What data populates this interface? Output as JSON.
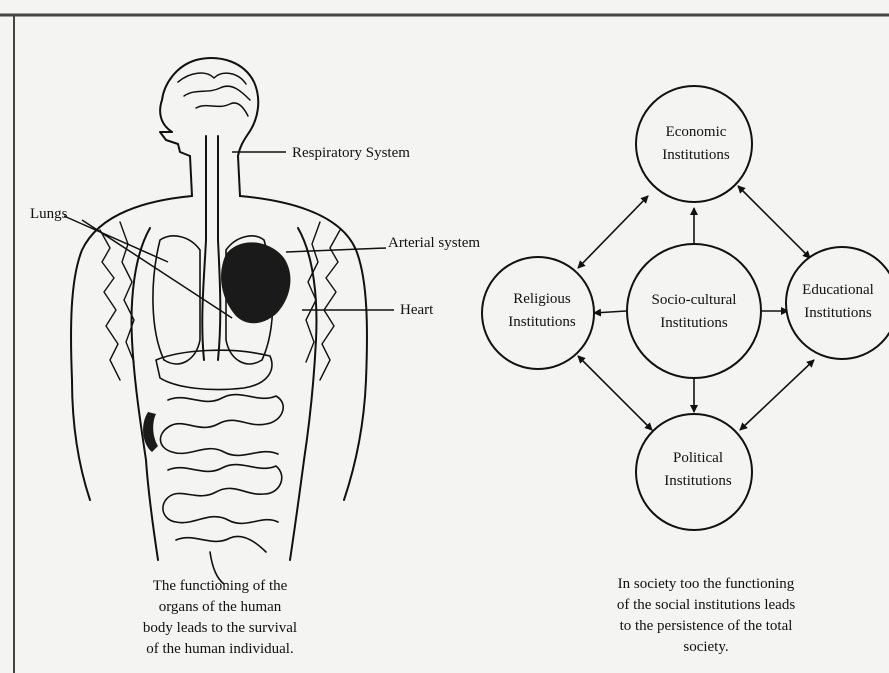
{
  "body_diagram": {
    "labels": {
      "respiratory": "Respiratory System",
      "lungs": "Lungs",
      "arterial": "Arterial system",
      "heart": "Heart"
    },
    "caption": [
      "The functioning of the",
      "organs of the human",
      "body leads to the survival",
      "of the human individual."
    ]
  },
  "society_diagram": {
    "nodes": {
      "economic": [
        "Economic",
        "Institutions"
      ],
      "religious": [
        "Religious",
        "Institutions"
      ],
      "socio_cultural": [
        "Socio-cultural",
        "Institutions"
      ],
      "educational": [
        "Educational",
        "Institutions"
      ],
      "political": [
        "Political",
        "Institutions"
      ]
    },
    "caption": [
      "In society too the functioning",
      "of the social institutions leads",
      "to the persistence of the total",
      "society."
    ]
  }
}
